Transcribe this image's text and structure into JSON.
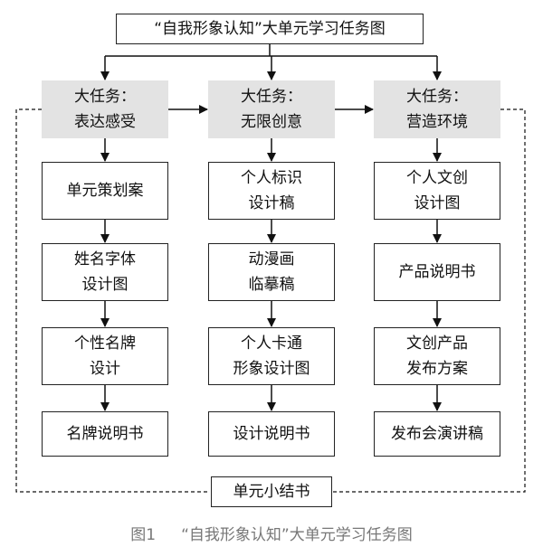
{
  "title": "“自我形象认知”大单元学习任务图",
  "columns": [
    {
      "task": "大任务：\n表达感受",
      "steps": [
        "单元策划案",
        "姓名字体\n设计图",
        "个性名牌\n设计",
        "名牌说明书"
      ]
    },
    {
      "task": "大任务：\n无限创意",
      "steps": [
        "个人标识\n设计稿",
        "动漫画\n临摹稿",
        "个人卡通\n形象设计图",
        "设计说明书"
      ]
    },
    {
      "task": "大任务：\n营造环境",
      "steps": [
        "个人文创\n设计图",
        "产品说明书",
        "文创产品\n发布方案",
        "发布会演讲稿"
      ]
    }
  ],
  "summary": "单元小结书",
  "caption": {
    "label": "图1",
    "text": "“自我形象认知”大单元学习任务图"
  },
  "colors": {
    "task_fill": "#e3e3e3",
    "box_border": "#222222",
    "caption": "#777777"
  }
}
